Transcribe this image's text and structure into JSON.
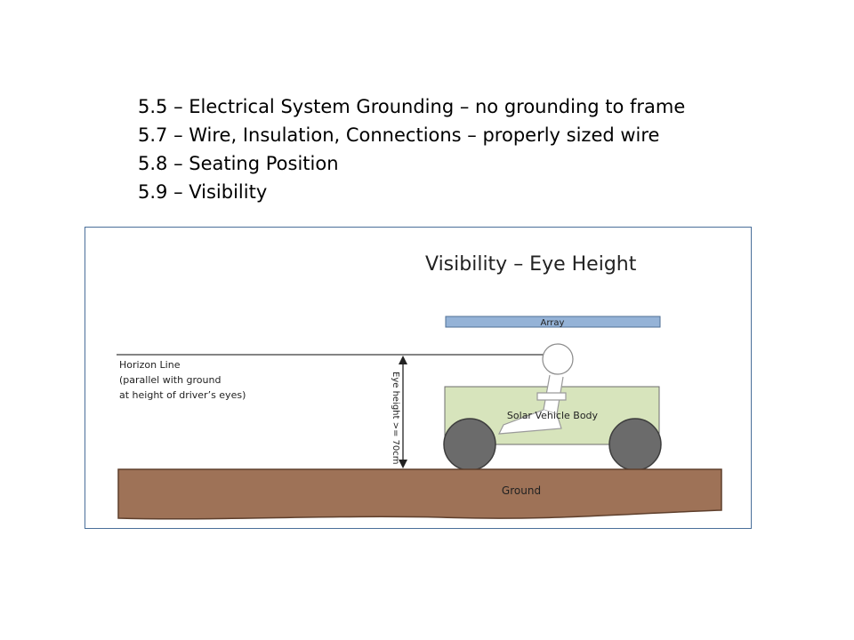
{
  "rules": [
    "5.5 – Electrical System Grounding – no grounding to frame",
    "5.7 – Wire, Insulation, Connections – properly sized wire",
    "5.8 – Seating Position",
    "5.9 – Visibility"
  ],
  "diagram": {
    "title": "Visibility – Eye Height",
    "array_label": "Array",
    "horizon_label_lines": [
      "Horizon Line",
      "(parallel with ground",
      "at height of driver’s eyes)"
    ],
    "eye_height_label": "Eye height >= 70cm",
    "body_label": "Solar Vehicle Body",
    "ground_label": "Ground",
    "colors": {
      "ground_fill": "#9e7257",
      "ground_stroke": "#5e3f2c",
      "body_fill": "#d7e4bc",
      "body_stroke": "#6d6d6d",
      "array_fill": "#95b3d7",
      "wheel_fill": "#6b6b6b",
      "frame_border": "#4a6f9a"
    }
  }
}
